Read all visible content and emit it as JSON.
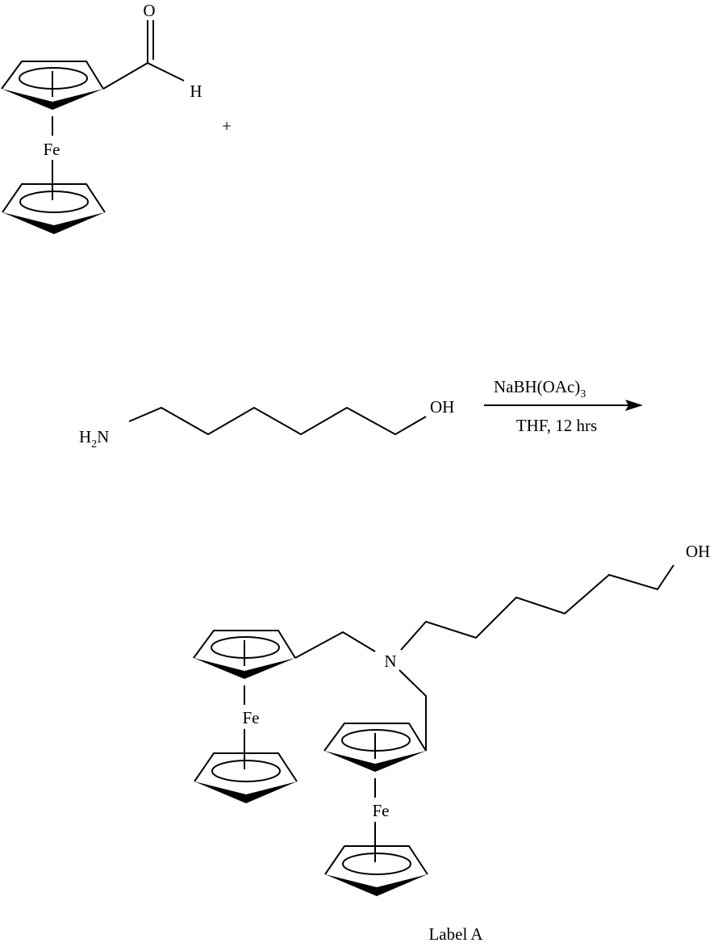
{
  "reactant_1": {
    "atoms": {
      "oxygen": "O",
      "hydrogen": "H",
      "iron": "Fe"
    }
  },
  "plus_sign": "+",
  "reactant_2": {
    "amine": "H",
    "amine_sub": "2",
    "amine_n": "N",
    "hydroxyl": "OH"
  },
  "conditions": {
    "reagent": "NaBH(OAc)",
    "reagent_sub": "3",
    "solvent_time": "THF, 12 hrs"
  },
  "product": {
    "nitrogen": "N",
    "hydroxyl": "OH",
    "iron_1": "Fe",
    "iron_2": "Fe"
  },
  "label": "Label A"
}
